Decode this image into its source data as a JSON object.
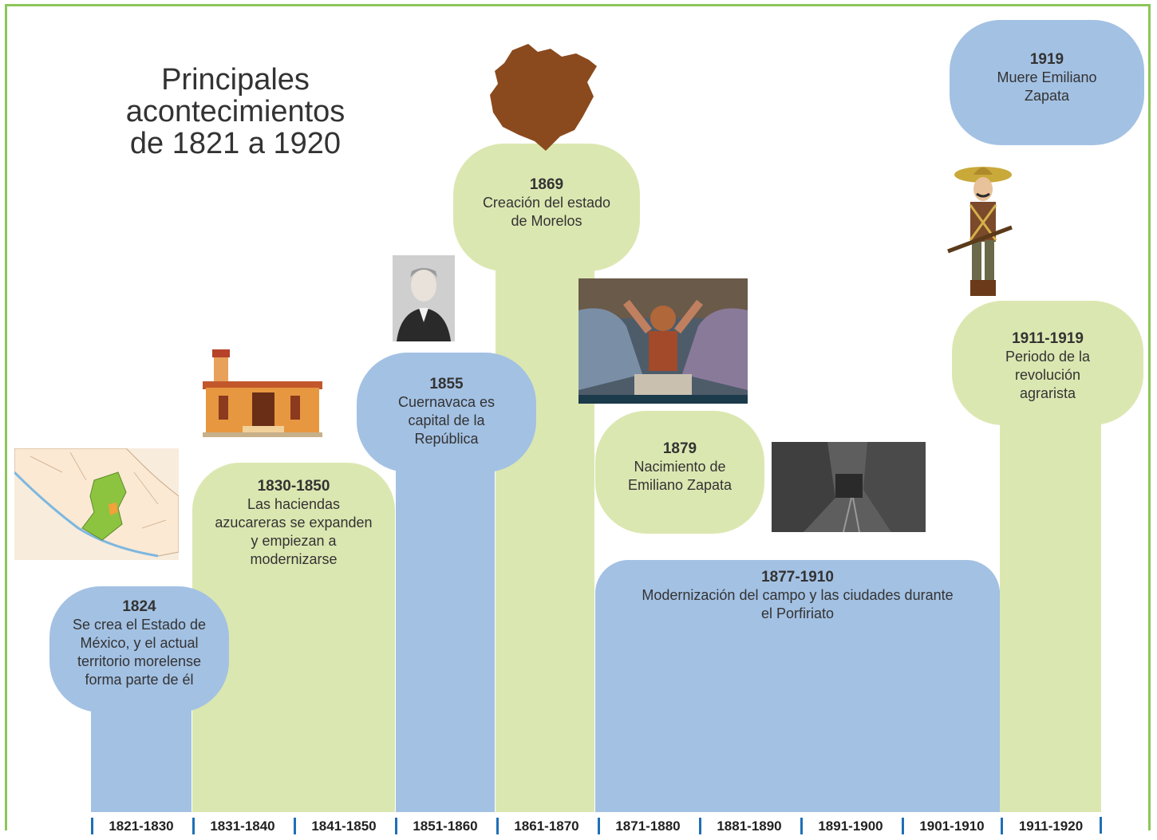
{
  "title": {
    "line1": "Principales acontecimientos",
    "line2": "de 1821 a 1920"
  },
  "timeline": {
    "decades": [
      "1821-1830",
      "1831-1840",
      "1841-1850",
      "1851-1860",
      "1861-1870",
      "1871-1880",
      "1881-1890",
      "1891-1900",
      "1901-1910",
      "1911-1920"
    ]
  },
  "events": [
    {
      "year": "1824",
      "text": "Se crea el Estado de México, y el actual territorio morelense forma parte de él",
      "color": "#a3c1e3"
    },
    {
      "year": "1830-1850",
      "text": "Las haciendas azucareras se expanden y empiezan a modernizarse",
      "color": "#dbe7b1"
    },
    {
      "year": "1855",
      "text": "Cuernavaca es capital de la República",
      "color": "#a3c1e3"
    },
    {
      "year": "1869",
      "text": "Creación del estado de Morelos",
      "color": "#dbe7b1"
    },
    {
      "year": "1879",
      "text": "Nacimiento de Emiliano Zapata",
      "color": "#dbe7b1"
    },
    {
      "year": "1877-1910",
      "text": "Modernización del campo y las ciudades durante el Porfiriato",
      "color": "#a3c1e3"
    },
    {
      "year": "1911-1919",
      "text": "Periodo de la revolución agrarista",
      "color": "#dbe7b1"
    },
    {
      "year": "1919",
      "text": "Muere Emiliano Zapata",
      "color": "#a3c1e3"
    }
  ],
  "images": [
    "map-icon",
    "hacienda-icon",
    "portrait-icon",
    "morelos-shape-icon",
    "mural-icon",
    "train-photo-icon",
    "zapata-figure-icon"
  ]
}
